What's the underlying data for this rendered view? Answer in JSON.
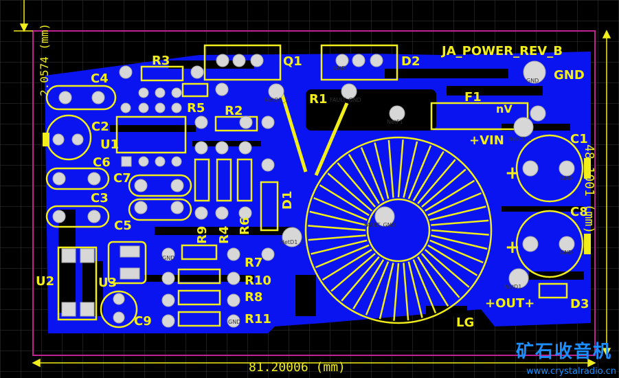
{
  "board": {
    "title": "JA_POWER_REV_B",
    "width_label": "81.20006 (mm)",
    "height_label": "48.1001 (mm)",
    "offset_label": "2.0574 (mm)"
  },
  "designators": {
    "C1": "C1",
    "C2": "C2",
    "C3": "C3",
    "C4": "C4",
    "C5": "C5",
    "C6": "C6",
    "C7": "C7",
    "C8": "C8",
    "C9": "C9",
    "R1": "R1",
    "R2": "R2",
    "R3": "R3",
    "R4": "R4",
    "R5": "R5",
    "R6": "R6",
    "R7": "R7",
    "R8": "R8",
    "R9": "R9",
    "R10": "R10",
    "R11": "R11",
    "U1": "U1",
    "U2": "U2",
    "U3": "U3",
    "Q1": "Q1",
    "D1": "D1",
    "D2": "D2",
    "D3": "D3",
    "F1": "F1",
    "LG": "LG"
  },
  "net_labels": {
    "gnd": "GND",
    "vin": "+VIN",
    "out": "+OUT+",
    "nv": "nV"
  },
  "pad_labels": {
    "gnd": "GND",
    "netc1": "NetC1_1",
    "netf1": "NetF1",
    "netq1": "NetQ1_1",
    "netd1": "NetD1_1",
    "fault": "FAULT_GND",
    "netd1b": "NetD1"
  },
  "watermark": {
    "text": "矿石收音机",
    "url": "www.crystalradio.cn"
  },
  "colors": {
    "background": "#000000",
    "copper": "#0a14f0",
    "silkscreen": "#f2ee1c",
    "pad": "#d7d7d7",
    "outline": "#c02090",
    "watermark": "#1b8fff"
  }
}
